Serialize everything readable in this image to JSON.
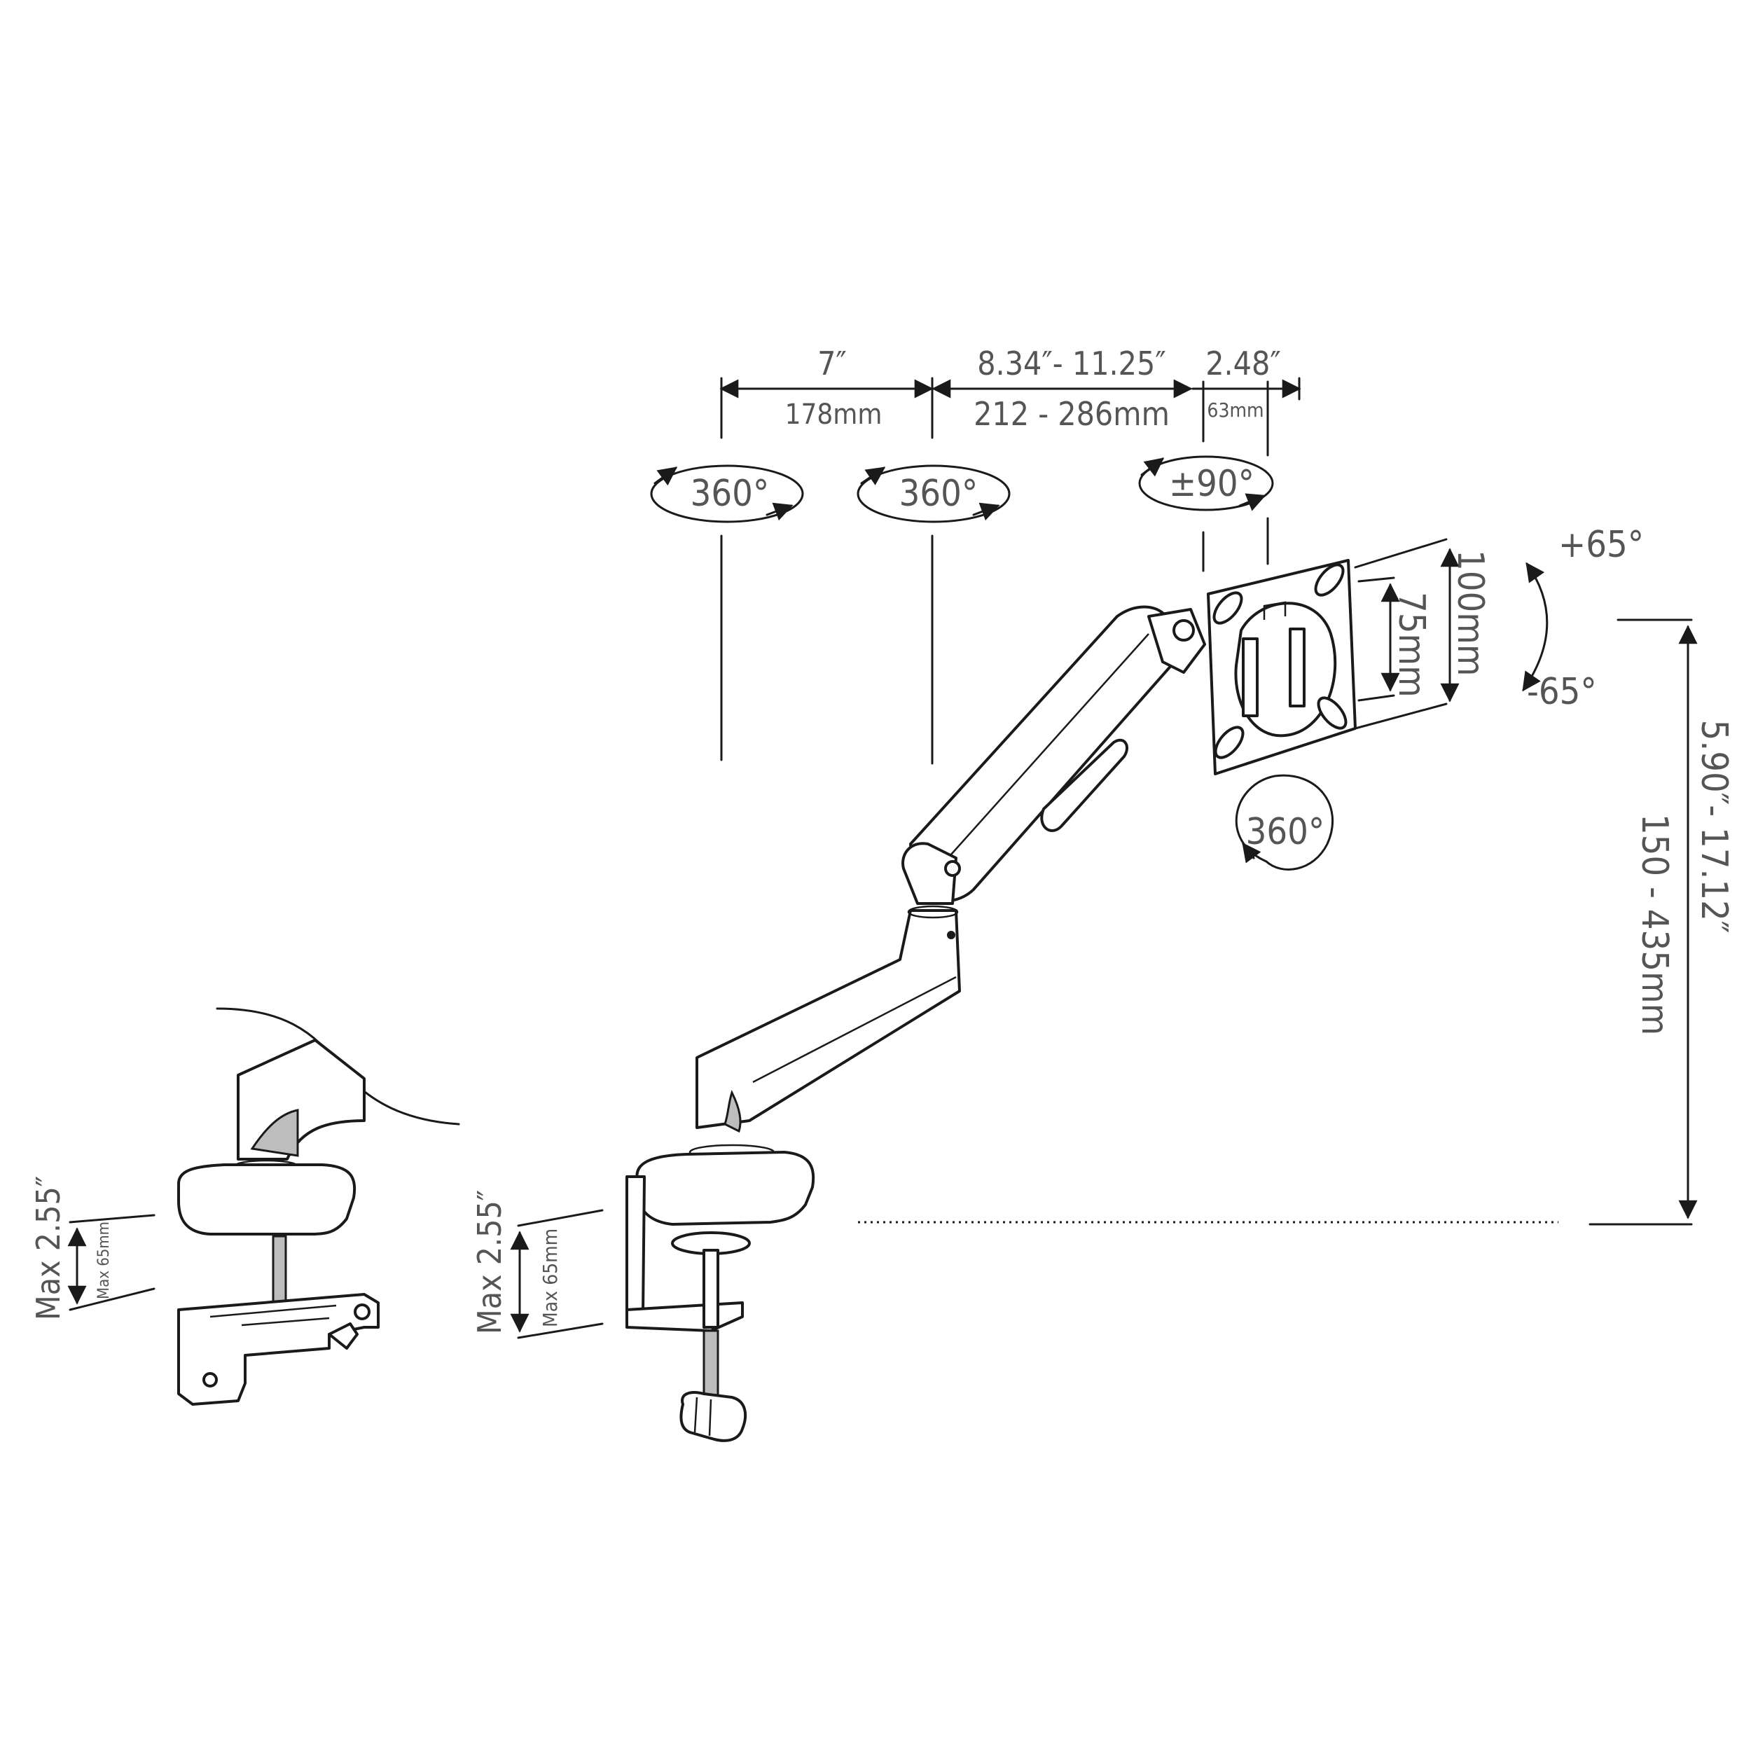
{
  "dimensions": {
    "reach_1_in": "7″",
    "reach_1_mm": "178mm",
    "reach_2_in": "8.34″- 11.25″",
    "reach_2_mm": "212 - 286mm",
    "reach_3_in": "2.48″",
    "reach_3_mm": "63mm",
    "vesa_large": "100mm",
    "vesa_small": "75mm",
    "height_in": "5.90″- 17.12″",
    "height_mm": "150 - 435mm",
    "clamp_max_in": "Max 2.55″",
    "clamp_max_mm": "Max 65mm",
    "grommet_max_in": "Max 2.55″",
    "grommet_max_mm": "Max 65mm"
  },
  "rotations": {
    "base_joint": "360°",
    "elbow_joint": "360°",
    "swivel": "±90°",
    "tilt_up": "+65°",
    "tilt_down": "-65°",
    "rotation": "360°"
  }
}
